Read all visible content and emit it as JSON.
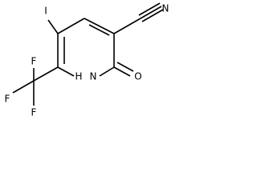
{
  "molecule": {
    "labels": {
      "iodo": "I",
      "nitrile_n": "N",
      "ring_nh": "H",
      "ring_n": "N",
      "carbonyl_o": "O",
      "f_top": "F",
      "f_left": "F",
      "f_bottom": "F"
    }
  }
}
